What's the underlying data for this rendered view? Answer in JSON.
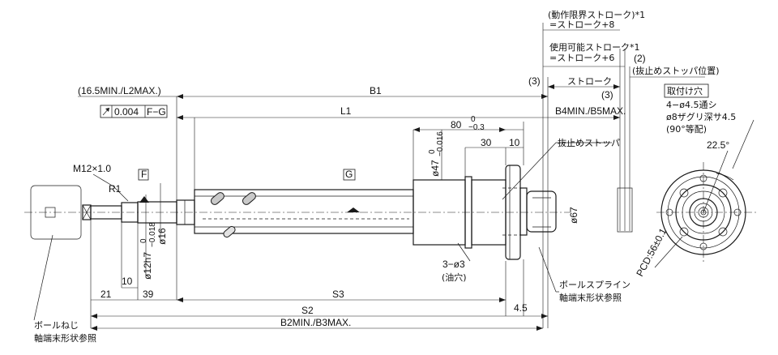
{
  "labels": {
    "op_limit_stroke": "(動作限界ストローク)*1",
    "op_limit_eq": "=ストローク+8",
    "usable_stroke": "使用可能ストローク*1",
    "usable_eq": "=ストローク+6",
    "stopper_pos_num": "(2)",
    "stopper_pos": "(抜止めストッパ位置)",
    "paren3_top": "(3)",
    "paren3_mid": "(3)",
    "stroke": "ストローク",
    "min_max_left": "(16.5MIN./L2MAX.)",
    "b1": "B1",
    "b4b5": "B4MIN./B5MAX.",
    "l1": "L1",
    "mount_hole_title": "取付け穴",
    "mount_hole_1": "4−ø4.5通シ",
    "mount_hole_2": "ø8ザグリ深サ4.5",
    "mount_hole_3": "(90°等配)",
    "runout_value": "0.004",
    "runout_datum": "F−G",
    "dim_80": "80",
    "dim_80_tol_up": "0",
    "dim_80_tol_dn": "−0.3",
    "dim_47": "ø47",
    "dim_47_tol_up": "0",
    "dim_47_tol_dn": "−0.016",
    "dim_30": "30",
    "dim_10_top": "10",
    "stopper": "抜止めストッパ",
    "angle_225": "22.5°",
    "thread": "M12×1.0",
    "datum_f": "F",
    "datum_g": "G",
    "r1": "R1",
    "dia_67": "ø67",
    "dia_16": "ø16",
    "dia_12h7": "ø12h7",
    "dia_12_tol_up": "0",
    "dia_12_tol_dn": "−0.018",
    "pcd": "PCD:56±0.1",
    "oil_hole": "3−ø3",
    "oil_hole_note": "(油穴)",
    "spline_ref_1": "ボールスプライン",
    "spline_ref_2": "軸端末形状参照",
    "dim_10_low": "10",
    "dim_21": "21",
    "dim_39": "39",
    "s3": "S3",
    "s2": "S2",
    "dim_45": "4.5",
    "b2b3": "B2MIN./B3MAX.",
    "screw_ref_1": "ボールねじ",
    "screw_ref_2": "軸端末形状参照"
  }
}
